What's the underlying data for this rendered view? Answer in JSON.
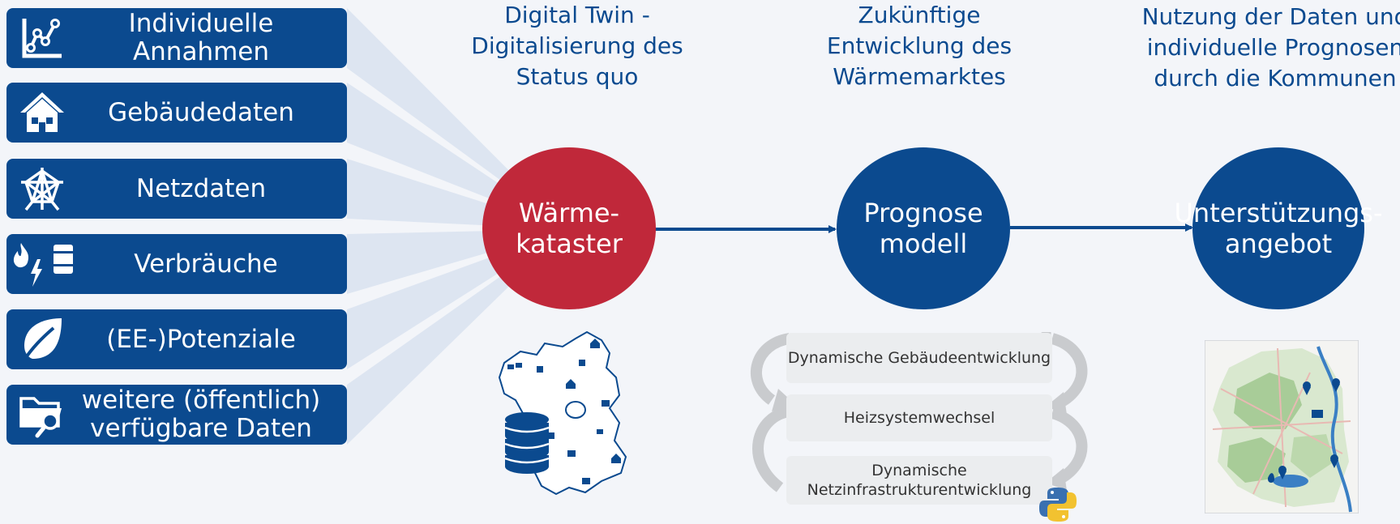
{
  "inputs": [
    {
      "label": "Individuelle Annahmen",
      "icon": "line-chart-icon"
    },
    {
      "label": "Gebäudedaten",
      "icon": "house-icon"
    },
    {
      "label": "Netzdaten",
      "icon": "network-icon"
    },
    {
      "label": "Verbräuche",
      "icon": "fire-bolt-barrel-icon"
    },
    {
      "label": "(EE-)Potenziale",
      "icon": "leaf-icon"
    },
    {
      "label": "weitere (öffentlich) verfügbare Daten",
      "icon": "folder-search-icon"
    }
  ],
  "columns": [
    {
      "heading": "Digital Twin -\nDigitalisierung des\nStatus quo",
      "node": "Wärme-\nkataster"
    },
    {
      "heading": "Zukünftige\nEntwicklung des\nWärmemarktes",
      "node": "Prognose\nmodell"
    },
    {
      "heading": "Nutzung der Daten und\nindividuelle Prognosen\ndurch die Kommunen",
      "node": "Unterstützungs-\nangebot"
    }
  ],
  "cycle_steps": [
    "Dynamische Gebäudeentwicklung",
    "Heizsystemwechsel",
    "Dynamische\nNetzinfrastrukturentwicklung"
  ],
  "colors": {
    "primary_blue": "#0b4a8f",
    "accent_red": "#c0283a",
    "background": "#f3f5f9",
    "ray": "#dde5f1",
    "cycle_box": "#ebedef",
    "cycle_arrow": "#c9cbce"
  },
  "illustrations": [
    "map-database-icon",
    "python-icon",
    "city-map-icon"
  ]
}
